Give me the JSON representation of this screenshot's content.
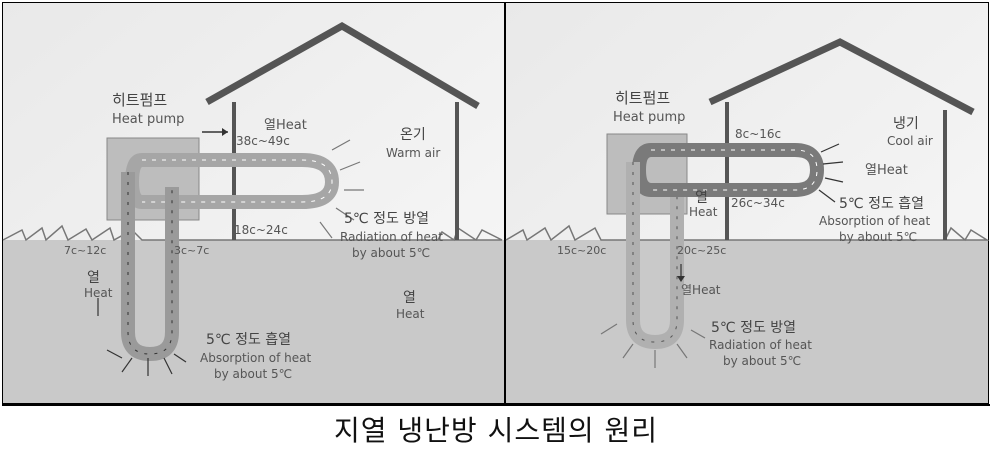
{
  "caption": "지열 냉난방 시스템의 원리",
  "colors": {
    "sky": "#f2f2f2",
    "ground": "#c8c8c8",
    "house": "#555555",
    "pump": "#bdbdbd",
    "pipe": "#9e9e9e"
  },
  "heating": {
    "pump_ko": "히트펌프",
    "pump_en": "Heat pump",
    "heat_in": "열Heat",
    "temp_supply": "38c~49c",
    "temp_return": "18c~24c",
    "warm_ko": "온기",
    "warm_en": "Warm air",
    "radiation_ko": "5℃ 정도 방열",
    "radiation_en1": "Radiation of heat",
    "radiation_en2": "by about 5℃",
    "temp_ground_out": "7c~12c",
    "temp_ground_in": "3c~7c",
    "heat_up_ko": "열",
    "heat_up_en": "Heat",
    "ground_heat_ko": "열",
    "ground_heat_en": "Heat",
    "absorb_ko": "5℃ 정도 흡열",
    "absorb_en1": "Absorption of heat",
    "absorb_en2": "by about 5℃"
  },
  "cooling": {
    "pump_ko": "히트펌프",
    "pump_en": "Heat pump",
    "temp_top": "8c~16c",
    "cool_ko": "냉기",
    "cool_en": "Cool air",
    "heat_in": "열Heat",
    "temp_mid": "26c~34c",
    "heat_pump_ko": "열",
    "heat_pump_en": "Heat",
    "absorb_ko": "5℃ 정도 흡열",
    "absorb_en1": "Absorption of heat",
    "absorb_en2": "by about 5℃",
    "temp_ground_left": "15c~20c",
    "temp_ground_right": "20c~25c",
    "heat_down": "열Heat",
    "radiation_ko": "5℃ 정도 방열",
    "radiation_en1": "Radiation of heat",
    "radiation_en2": "by about 5℃"
  }
}
